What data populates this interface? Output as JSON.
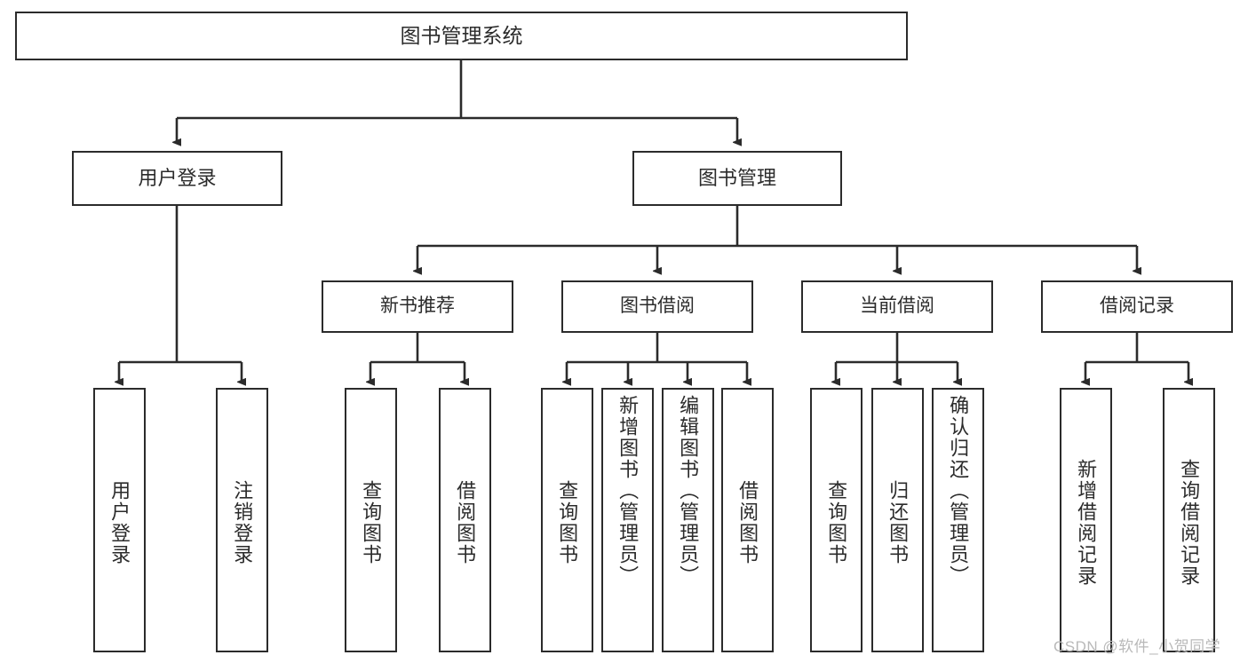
{
  "diagram": {
    "type": "hierarchy-tree",
    "title": "图书管理系统",
    "watermark": "CSDN @软件_小贺同学",
    "nodes": {
      "root": {
        "label": "图书管理系统"
      },
      "level1": [
        {
          "label": "用户登录"
        },
        {
          "label": "图书管理"
        }
      ],
      "level2": [
        {
          "label": "新书推荐"
        },
        {
          "label": "图书借阅"
        },
        {
          "label": "当前借阅"
        },
        {
          "label": "借阅记录"
        }
      ],
      "leaves_user_login": [
        {
          "label": "用户登录"
        },
        {
          "label": "注销登录"
        }
      ],
      "leaves_new_book": [
        {
          "label": "查询图书"
        },
        {
          "label": "借阅图书"
        }
      ],
      "leaves_borrow": [
        {
          "label": "查询图书"
        },
        {
          "label": "新增图书（管理员）"
        },
        {
          "label": "编辑图书（管理员）"
        },
        {
          "label": "借阅图书"
        }
      ],
      "leaves_current": [
        {
          "label": "查询图书"
        },
        {
          "label": "归还图书"
        },
        {
          "label": "确认归还（管理员）"
        }
      ],
      "leaves_record": [
        {
          "label": "新增借阅记录"
        },
        {
          "label": "查询借阅记录"
        }
      ]
    },
    "colors": {
      "stroke": "#2b2b2b",
      "fill": "#ffffff",
      "text": "#2b2b2b",
      "watermark": "#b9b9b9"
    }
  }
}
